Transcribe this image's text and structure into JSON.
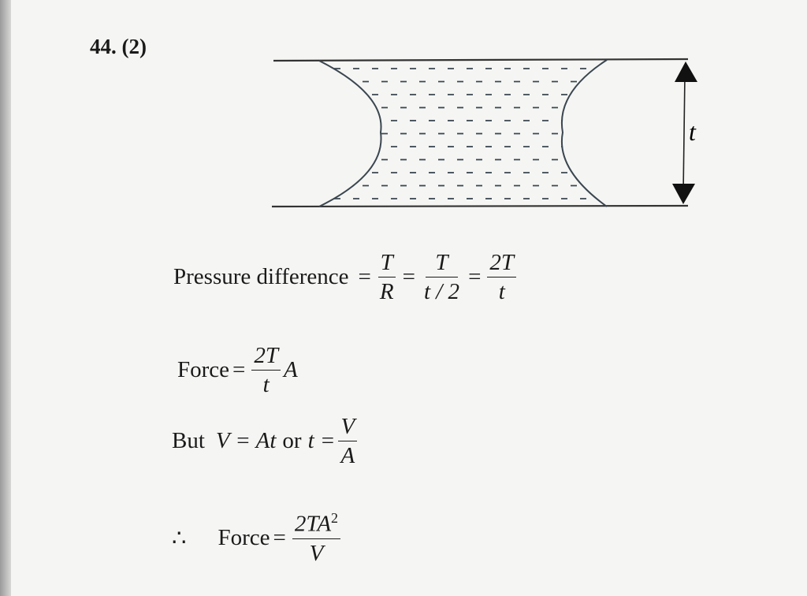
{
  "question_label": "44. (2)",
  "diagram": {
    "thickness_label": "t"
  },
  "eq1": {
    "label": "Pressure difference",
    "f1_num": "T",
    "f1_den": "R",
    "f2_num": "T",
    "f2_den": "t / 2",
    "f3_num": "2T",
    "f3_den": "t",
    "eq": "="
  },
  "eq2": {
    "label": "Force",
    "eq": "=",
    "num": "2T",
    "den": "t",
    "tail": "A"
  },
  "eq3": {
    "lead": "But",
    "expr1": "V = At",
    "or": "or",
    "expr2": "t =",
    "num": "V",
    "den": "A"
  },
  "eq4": {
    "therefore": "∴",
    "label": "Force",
    "eq": "=",
    "num": "2TA",
    "sup": "2",
    "den": "V"
  }
}
